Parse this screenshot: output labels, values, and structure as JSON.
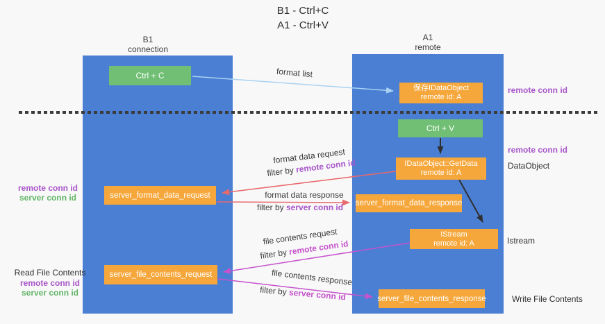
{
  "title": {
    "line1": "B1 - Ctrl+C",
    "line2": "A1 - Ctrl+V"
  },
  "lanes": {
    "left": {
      "title": "B1",
      "subtitle": "connection"
    },
    "right": {
      "title": "A1",
      "subtitle": "remote"
    }
  },
  "boxes": {
    "ctrl_c": {
      "label": "Ctrl + C"
    },
    "ctrl_v": {
      "label": "Ctrl + V"
    },
    "save_dataobject": {
      "line1": "保存IDataObject",
      "line2": "remote id: A"
    },
    "getdata": {
      "line1": "IDataObject::GetData",
      "line2": "remote id: A"
    },
    "istream": {
      "line1": "IStream",
      "line2": "remote id: A"
    },
    "format_request": {
      "label": "server_format_data_request"
    },
    "format_response": {
      "label": "server_format_data_response"
    },
    "file_request": {
      "label": "server_file_contents_request"
    },
    "file_response": {
      "label": "server_file_contents_response"
    }
  },
  "edge_labels": {
    "format_list": "format list",
    "format_request": "format data request",
    "format_request_filter_prefix": "filter by ",
    "format_request_filter_key": "remote conn id",
    "format_response": "format data response",
    "format_response_filter_prefix": "filter by ",
    "format_response_filter_key": "server conn id",
    "file_request": "file contents request",
    "file_request_filter_prefix": "filter by ",
    "file_request_filter_key": "remote conn id",
    "file_response": "file contents response",
    "file_response_filter_prefix": "filter by ",
    "file_response_filter_key": "server conn id"
  },
  "annotations": {
    "right_top_conn": "remote conn id",
    "right_mid_conn": "remote conn id",
    "dataobject": "DataObject",
    "istream": "Istream",
    "write_file": "Write File Contents",
    "format_left_remote": "remote conn id",
    "format_left_server": "server conn id",
    "read_file": "Read File Contents",
    "file_left_remote": "remote conn id",
    "file_left_server": "server conn id"
  },
  "colors": {
    "lane_blue": "#4a7fd4",
    "box_green": "#71bf74",
    "box_orange": "#f6a73b",
    "purple": "#a855c8",
    "magenta": "#c653cb",
    "green_label": "#62b566",
    "red_arrow": "#e8696b",
    "light_blue_arrow": "#a9d2f2",
    "dark_text": "#2f2f2f"
  }
}
